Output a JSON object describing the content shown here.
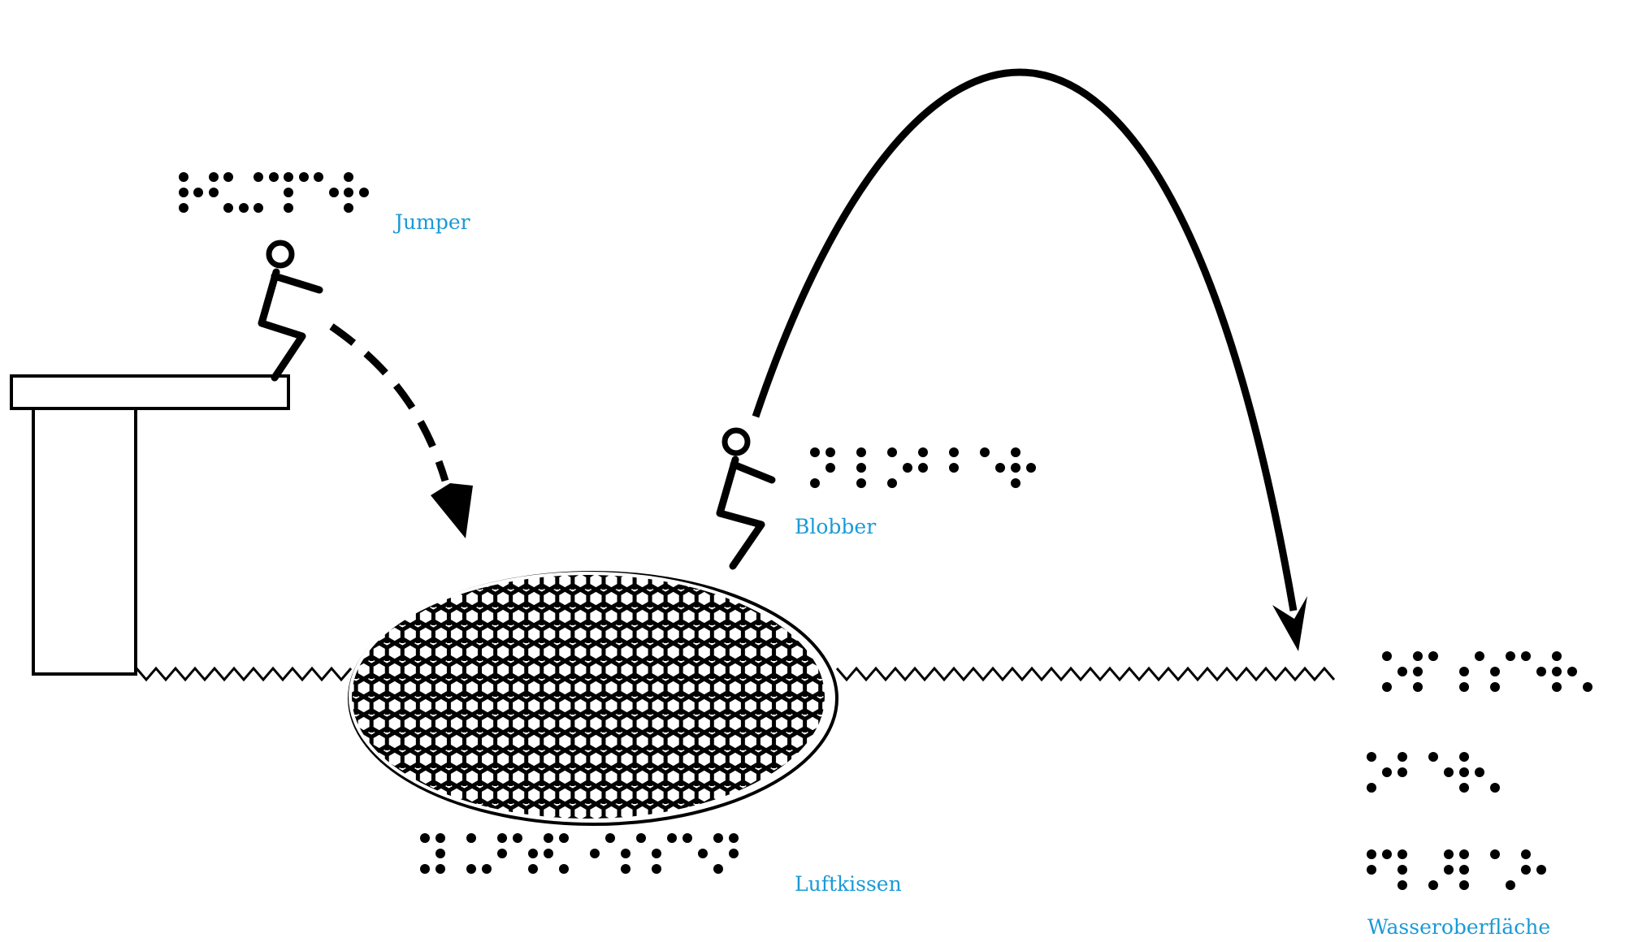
{
  "labels": {
    "jumper": "Jumper",
    "blobber": "Blobber",
    "luftkissen": "Luftkissen",
    "wasseroberflaeche": "Wasseroberfläche"
  },
  "colors": {
    "label": "#1a9ad6",
    "ink": "#000000",
    "background": "#ffffff"
  },
  "icons": {
    "jumper_figure": "stick-figure-crouching",
    "blobber_figure": "stick-figure-crouching",
    "cushion_pattern": "hexagon-mesh"
  }
}
